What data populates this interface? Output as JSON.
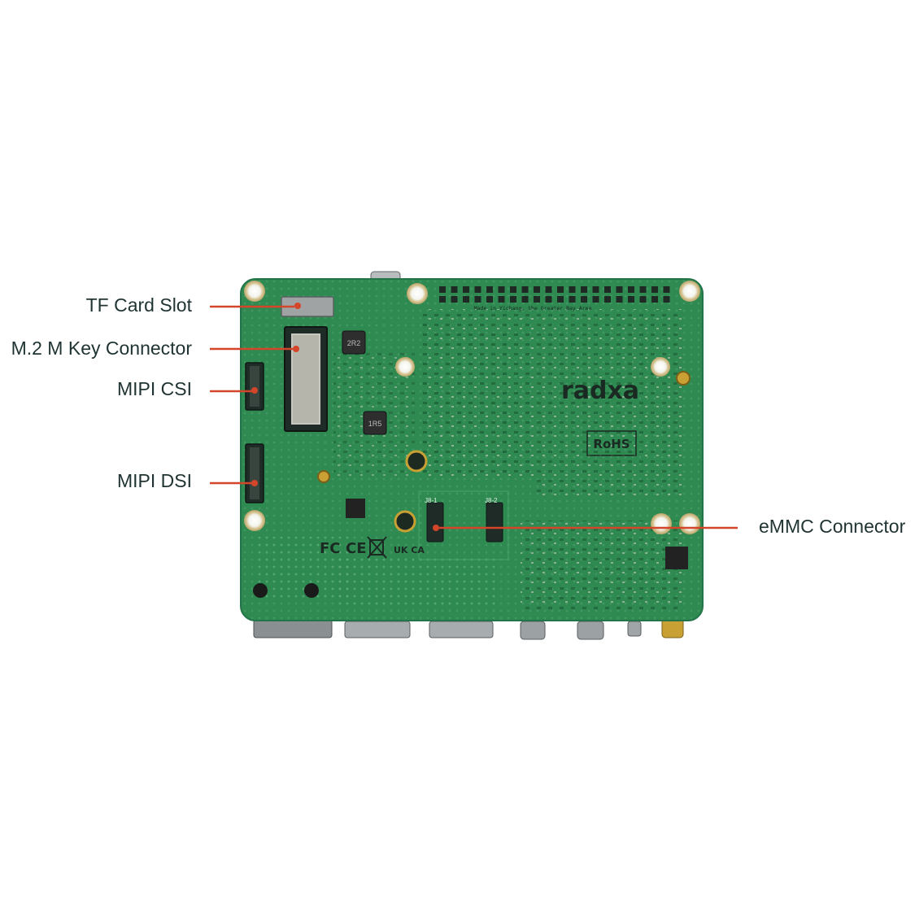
{
  "board": {
    "brand": "radxa",
    "silkscreen_text": "Made in Yichang, the Greater Bay Area",
    "rohs_mark": "RoHS",
    "inductor_2r2": "2R2",
    "inductor_1r5": "1R5",
    "jumper_j8_1": "J8-1",
    "jumper_j8_2": "J8-2",
    "cert_marks": [
      "FC",
      "CE",
      "UK CA"
    ]
  },
  "callouts": {
    "tf_card_slot": "TF Card Slot",
    "m2_connector": "M.2 M Key Connector",
    "mipi_csi": "MIPI CSI",
    "mipi_dsi": "MIPI DSI",
    "emmc_connector": "eMMC Connector"
  },
  "colors": {
    "pcb": "#2f8a52",
    "pcb_edge": "#24744a",
    "leader": "#d4452a",
    "label_text": "#1f3333"
  }
}
